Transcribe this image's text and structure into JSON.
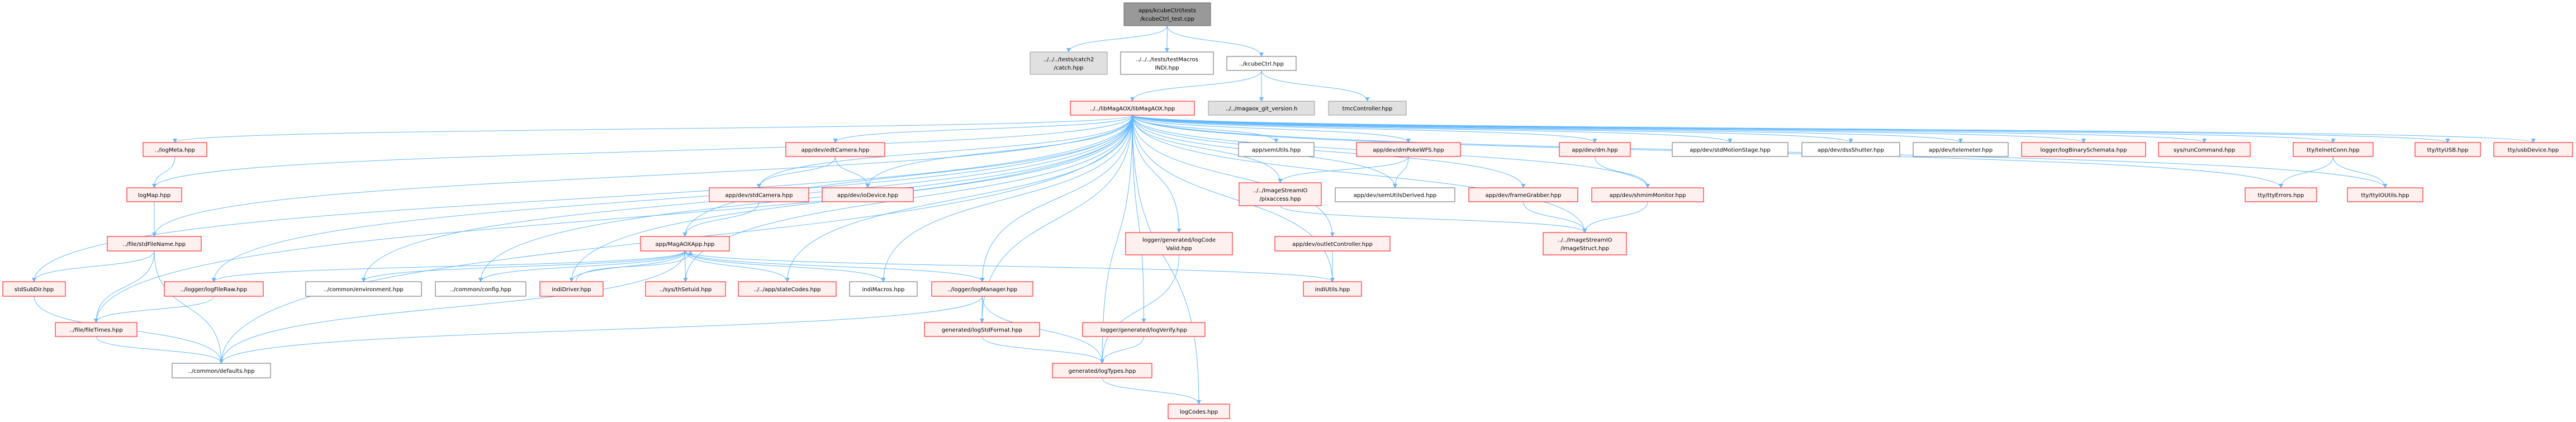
{
  "colors": {
    "edge": "#63b8ff",
    "red_border": "#ff0000",
    "red_fill": "#fff0f0",
    "plain_border": "#666666",
    "plain_fill": "#ffffff",
    "ext_border": "#999999",
    "ext_fill": "#e0e0e0",
    "root_border": "#666666",
    "root_fill": "#999999"
  },
  "nodes": [
    {
      "id": "root",
      "kind": "root",
      "lines": [
        "apps/kcubeCtrl/tests",
        "/kcubeCtrl_test.cpp"
      ]
    },
    {
      "id": "catch",
      "kind": "ext",
      "lines": [
        "../../../tests/catch2",
        "/catch.hpp"
      ]
    },
    {
      "id": "testMacros",
      "kind": "plain",
      "lines": [
        "../../../tests/testMacros",
        "INDI.hpp"
      ]
    },
    {
      "id": "kcubeCtrl",
      "kind": "plain",
      "lines": [
        "../kcubeCtrl.hpp"
      ]
    },
    {
      "id": "libMagAOX",
      "kind": "red",
      "lines": [
        "../../libMagAOX/libMagAOX.hpp"
      ]
    },
    {
      "id": "gitver",
      "kind": "ext",
      "lines": [
        "../../magaox_git_version.h"
      ]
    },
    {
      "id": "tmc",
      "kind": "ext",
      "lines": [
        "tmcController.hpp"
      ]
    },
    {
      "id": "logMeta",
      "kind": "red",
      "lines": [
        "../logMeta.hpp"
      ]
    },
    {
      "id": "logMap",
      "kind": "red",
      "lines": [
        "logMap.hpp"
      ]
    },
    {
      "id": "stdFileName",
      "kind": "red",
      "lines": [
        "../file/stdFileName.hpp"
      ]
    },
    {
      "id": "stdSubDir",
      "kind": "red",
      "lines": [
        "stdSubDir.hpp"
      ]
    },
    {
      "id": "logFileRaw",
      "kind": "red",
      "lines": [
        "../logger/logFileRaw.hpp"
      ]
    },
    {
      "id": "environment",
      "kind": "plain",
      "lines": [
        "../common/environment.hpp"
      ]
    },
    {
      "id": "config",
      "kind": "plain",
      "lines": [
        "../common/config.hpp"
      ]
    },
    {
      "id": "indiDriver",
      "kind": "red",
      "lines": [
        "indiDriver.hpp"
      ]
    },
    {
      "id": "fileTimes",
      "kind": "red",
      "lines": [
        "../file/fileTimes.hpp"
      ]
    },
    {
      "id": "defaults",
      "kind": "plain",
      "lines": [
        "../common/defaults.hpp"
      ]
    },
    {
      "id": "edtCamera",
      "kind": "red",
      "lines": [
        "app/dev/edtCamera.hpp"
      ]
    },
    {
      "id": "stdCamera",
      "kind": "red",
      "lines": [
        "app/dev/stdCamera.hpp"
      ]
    },
    {
      "id": "ioDevice",
      "kind": "red",
      "lines": [
        "app/dev/ioDevice.hpp"
      ]
    },
    {
      "id": "MagAOXApp",
      "kind": "red",
      "lines": [
        "app/MagAOXApp.hpp"
      ]
    },
    {
      "id": "thSetuid",
      "kind": "red",
      "lines": [
        "../sys/thSetuid.hpp"
      ]
    },
    {
      "id": "stateCodes",
      "kind": "red",
      "lines": [
        "../../app/stateCodes.hpp"
      ]
    },
    {
      "id": "indiMacros",
      "kind": "plain",
      "lines": [
        "indiMacros.hpp"
      ]
    },
    {
      "id": "logManager",
      "kind": "red",
      "lines": [
        "../logger/logManager.hpp"
      ]
    },
    {
      "id": "logStdFormat",
      "kind": "red",
      "lines": [
        "generated/logStdFormat.hpp"
      ]
    },
    {
      "id": "logVerify",
      "kind": "red",
      "lines": [
        "logger/generated/logVerify.hpp"
      ]
    },
    {
      "id": "logTypes",
      "kind": "red",
      "lines": [
        "generated/logTypes.hpp"
      ]
    },
    {
      "id": "logCodes",
      "kind": "red",
      "lines": [
        "logCodes.hpp"
      ]
    },
    {
      "id": "logCodeValid",
      "kind": "red",
      "lines": [
        "logger/generated/logCode",
        "Valid.hpp"
      ]
    },
    {
      "id": "semUtils",
      "kind": "plain",
      "lines": [
        "app/semUtils.hpp"
      ]
    },
    {
      "id": "pixaccess",
      "kind": "red",
      "lines": [
        "../../ImageStreamIO",
        "/pixaccess.hpp"
      ]
    },
    {
      "id": "outletController",
      "kind": "red",
      "lines": [
        "app/dev/outletController.hpp"
      ]
    },
    {
      "id": "indiUtils",
      "kind": "red",
      "lines": [
        "indiUtils.hpp"
      ]
    },
    {
      "id": "dmPokeWFS",
      "kind": "red",
      "lines": [
        "app/dev/dmPokeWFS.hpp"
      ]
    },
    {
      "id": "semUtilsDerived",
      "kind": "plain",
      "lines": [
        "app/dev/semUtilsDerived.hpp"
      ]
    },
    {
      "id": "frameGrabber",
      "kind": "red",
      "lines": [
        "app/dev/frameGrabber.hpp"
      ]
    },
    {
      "id": "dm",
      "kind": "red",
      "lines": [
        "app/dev/dm.hpp"
      ]
    },
    {
      "id": "shmimMonitor",
      "kind": "red",
      "lines": [
        "app/dev/shmimMonitor.hpp"
      ]
    },
    {
      "id": "ImageStruct",
      "kind": "red",
      "lines": [
        "../../ImageStreamIO",
        "/ImageStruct.hpp"
      ]
    },
    {
      "id": "stdMotionStage",
      "kind": "plain",
      "lines": [
        "app/dev/stdMotionStage.hpp"
      ]
    },
    {
      "id": "dssShutter",
      "kind": "plain",
      "lines": [
        "app/dev/dssShutter.hpp"
      ]
    },
    {
      "id": "telemeter",
      "kind": "plain",
      "lines": [
        "app/dev/telemeter.hpp"
      ]
    },
    {
      "id": "logBinarySchemata",
      "kind": "red",
      "lines": [
        "logger/logBinarySchemata.hpp"
      ]
    },
    {
      "id": "runCommand",
      "kind": "red",
      "lines": [
        "sys/runCommand.hpp"
      ]
    },
    {
      "id": "telnetConn",
      "kind": "red",
      "lines": [
        "tty/telnetConn.hpp"
      ]
    },
    {
      "id": "ttyErrors",
      "kind": "red",
      "lines": [
        "tty/ttyErrors.hpp"
      ]
    },
    {
      "id": "ttyIOUtils",
      "kind": "red",
      "lines": [
        "tty/ttyIOUtils.hpp"
      ]
    },
    {
      "id": "ttyUSB",
      "kind": "red",
      "lines": [
        "tty/ttyUSB.hpp"
      ]
    },
    {
      "id": "usbDevice",
      "kind": "red",
      "lines": [
        "tty/usbDevice.hpp"
      ]
    }
  ],
  "edges": [
    [
      "root",
      "catch"
    ],
    [
      "root",
      "testMacros"
    ],
    [
      "root",
      "kcubeCtrl"
    ],
    [
      "kcubeCtrl",
      "libMagAOX"
    ],
    [
      "kcubeCtrl",
      "gitver"
    ],
    [
      "kcubeCtrl",
      "tmc"
    ],
    [
      "libMagAOX",
      "logMeta"
    ],
    [
      "libMagAOX",
      "logMap"
    ],
    [
      "libMagAOX",
      "stdFileName"
    ],
    [
      "libMagAOX",
      "stdSubDir"
    ],
    [
      "libMagAOX",
      "fileTimes"
    ],
    [
      "libMagAOX",
      "logFileRaw"
    ],
    [
      "libMagAOX",
      "defaults"
    ],
    [
      "libMagAOX",
      "environment"
    ],
    [
      "libMagAOX",
      "config"
    ],
    [
      "libMagAOX",
      "indiDriver"
    ],
    [
      "libMagAOX",
      "MagAOXApp"
    ],
    [
      "libMagAOX",
      "edtCamera"
    ],
    [
      "libMagAOX",
      "stdCamera"
    ],
    [
      "libMagAOX",
      "ioDevice"
    ],
    [
      "libMagAOX",
      "thSetuid"
    ],
    [
      "libMagAOX",
      "stateCodes"
    ],
    [
      "libMagAOX",
      "indiMacros"
    ],
    [
      "libMagAOX",
      "logManager"
    ],
    [
      "libMagAOX",
      "logStdFormat"
    ],
    [
      "libMagAOX",
      "logTypes"
    ],
    [
      "libMagAOX",
      "logCodeValid"
    ],
    [
      "libMagAOX",
      "logVerify"
    ],
    [
      "libMagAOX",
      "logCodes"
    ],
    [
      "libMagAOX",
      "semUtils"
    ],
    [
      "libMagAOX",
      "pixaccess"
    ],
    [
      "libMagAOX",
      "outletController"
    ],
    [
      "libMagAOX",
      "indiUtils"
    ],
    [
      "libMagAOX",
      "dmPokeWFS"
    ],
    [
      "libMagAOX",
      "semUtilsDerived"
    ],
    [
      "libMagAOX",
      "frameGrabber"
    ],
    [
      "libMagAOX",
      "dm"
    ],
    [
      "libMagAOX",
      "shmimMonitor"
    ],
    [
      "libMagAOX",
      "ImageStruct"
    ],
    [
      "libMagAOX",
      "stdMotionStage"
    ],
    [
      "libMagAOX",
      "dssShutter"
    ],
    [
      "libMagAOX",
      "telemeter"
    ],
    [
      "libMagAOX",
      "logBinarySchemata"
    ],
    [
      "libMagAOX",
      "runCommand"
    ],
    [
      "libMagAOX",
      "telnetConn"
    ],
    [
      "libMagAOX",
      "ttyErrors"
    ],
    [
      "libMagAOX",
      "ttyIOUtils"
    ],
    [
      "libMagAOX",
      "ttyUSB"
    ],
    [
      "libMagAOX",
      "usbDevice"
    ],
    [
      "logMeta",
      "logMap"
    ],
    [
      "logMap",
      "stdFileName"
    ],
    [
      "stdFileName",
      "stdSubDir"
    ],
    [
      "stdFileName",
      "fileTimes"
    ],
    [
      "stdFileName",
      "defaults"
    ],
    [
      "stdSubDir",
      "defaults"
    ],
    [
      "logFileRaw",
      "fileTimes"
    ],
    [
      "fileTimes",
      "defaults"
    ],
    [
      "edtCamera",
      "stdCamera"
    ],
    [
      "edtCamera",
      "ioDevice"
    ],
    [
      "stdCamera",
      "MagAOXApp"
    ],
    [
      "MagAOXApp",
      "logFileRaw"
    ],
    [
      "MagAOXApp",
      "environment"
    ],
    [
      "MagAOXApp",
      "config"
    ],
    [
      "MagAOXApp",
      "indiDriver"
    ],
    [
      "MagAOXApp",
      "thSetuid"
    ],
    [
      "MagAOXApp",
      "stateCodes"
    ],
    [
      "MagAOXApp",
      "indiMacros"
    ],
    [
      "MagAOXApp",
      "logManager"
    ],
    [
      "MagAOXApp",
      "indiUtils"
    ],
    [
      "MagAOXApp",
      "defaults"
    ],
    [
      "indiDriver",
      "MagAOXApp"
    ],
    [
      "logManager",
      "logStdFormat"
    ],
    [
      "logManager",
      "logTypes"
    ],
    [
      "logManager",
      "defaults"
    ],
    [
      "logStdFormat",
      "logTypes"
    ],
    [
      "logVerify",
      "logTypes"
    ],
    [
      "logCodeValid",
      "logTypes"
    ],
    [
      "logTypes",
      "logCodes"
    ],
    [
      "dmPokeWFS",
      "pixaccess"
    ],
    [
      "dmPokeWFS",
      "semUtilsDerived"
    ],
    [
      "pixaccess",
      "ImageStruct"
    ],
    [
      "frameGrabber",
      "ImageStruct"
    ],
    [
      "dm",
      "shmimMonitor"
    ],
    [
      "shmimMonitor",
      "ImageStruct"
    ],
    [
      "outletController",
      "indiUtils"
    ],
    [
      "telnetConn",
      "ttyErrors"
    ],
    [
      "telnetConn",
      "ttyIOUtils"
    ]
  ]
}
